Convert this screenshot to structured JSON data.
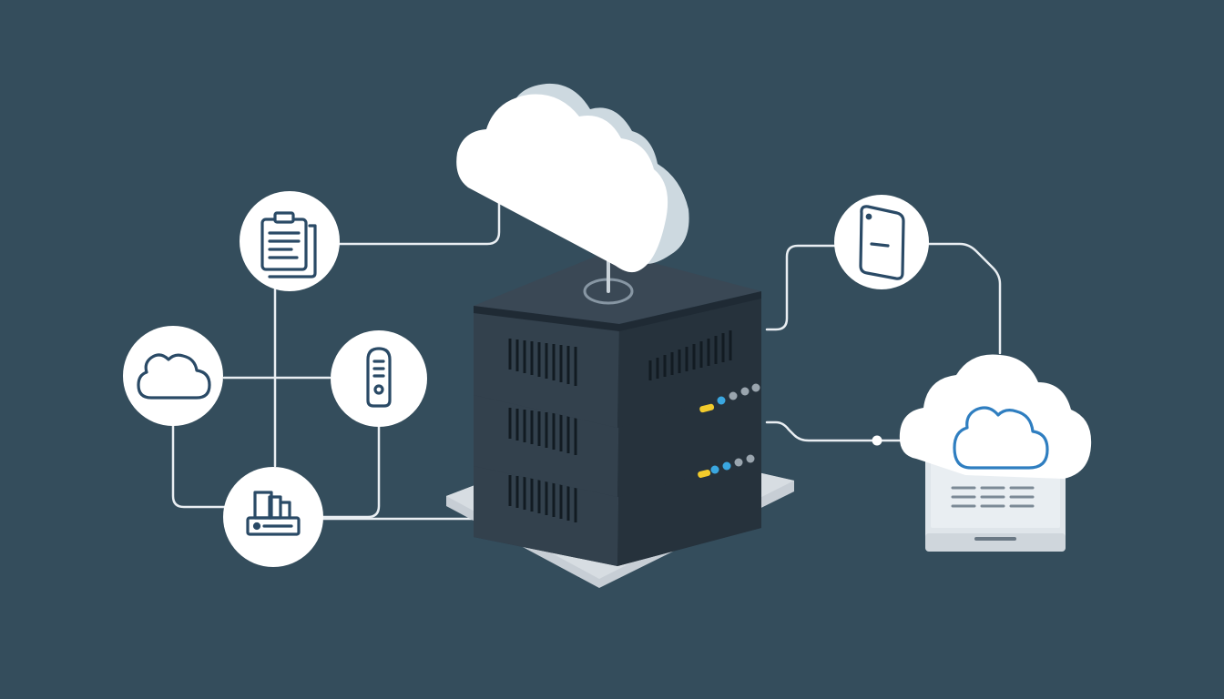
{
  "diagram": {
    "kind": "cloud-server-network-illustration",
    "colors": {
      "background": "#344d5c",
      "connector": "#e9eef2",
      "node_fill": "#ffffff",
      "icon_stroke": "#2a4a66",
      "server_dark": "#2b3844",
      "server_side": "#1f2a34",
      "server_top": "#3a4855",
      "base_plate": "#c7ced5",
      "cloud_white": "#ffffff",
      "cloud_shade": "#cdd9e0",
      "led_yellow": "#f2cb2c",
      "led_blue": "#3aa7e0",
      "led_grey": "#9aa5ae",
      "laptop_body": "#dfe5ea",
      "accent_blue": "#2f7ec0"
    },
    "nodes": [
      {
        "id": "clipboard",
        "icon": "clipboard-document-icon"
      },
      {
        "id": "cloud",
        "icon": "cloud-outline-icon"
      },
      {
        "id": "usb",
        "icon": "usb-drive-icon"
      },
      {
        "id": "router",
        "icon": "network-router-icon"
      },
      {
        "id": "tablet",
        "icon": "tablet-device-icon"
      }
    ],
    "hub": {
      "icon": "server-stack-icon",
      "units": 3
    },
    "endpoint": {
      "icon": "cloud-laptop-icon"
    }
  }
}
